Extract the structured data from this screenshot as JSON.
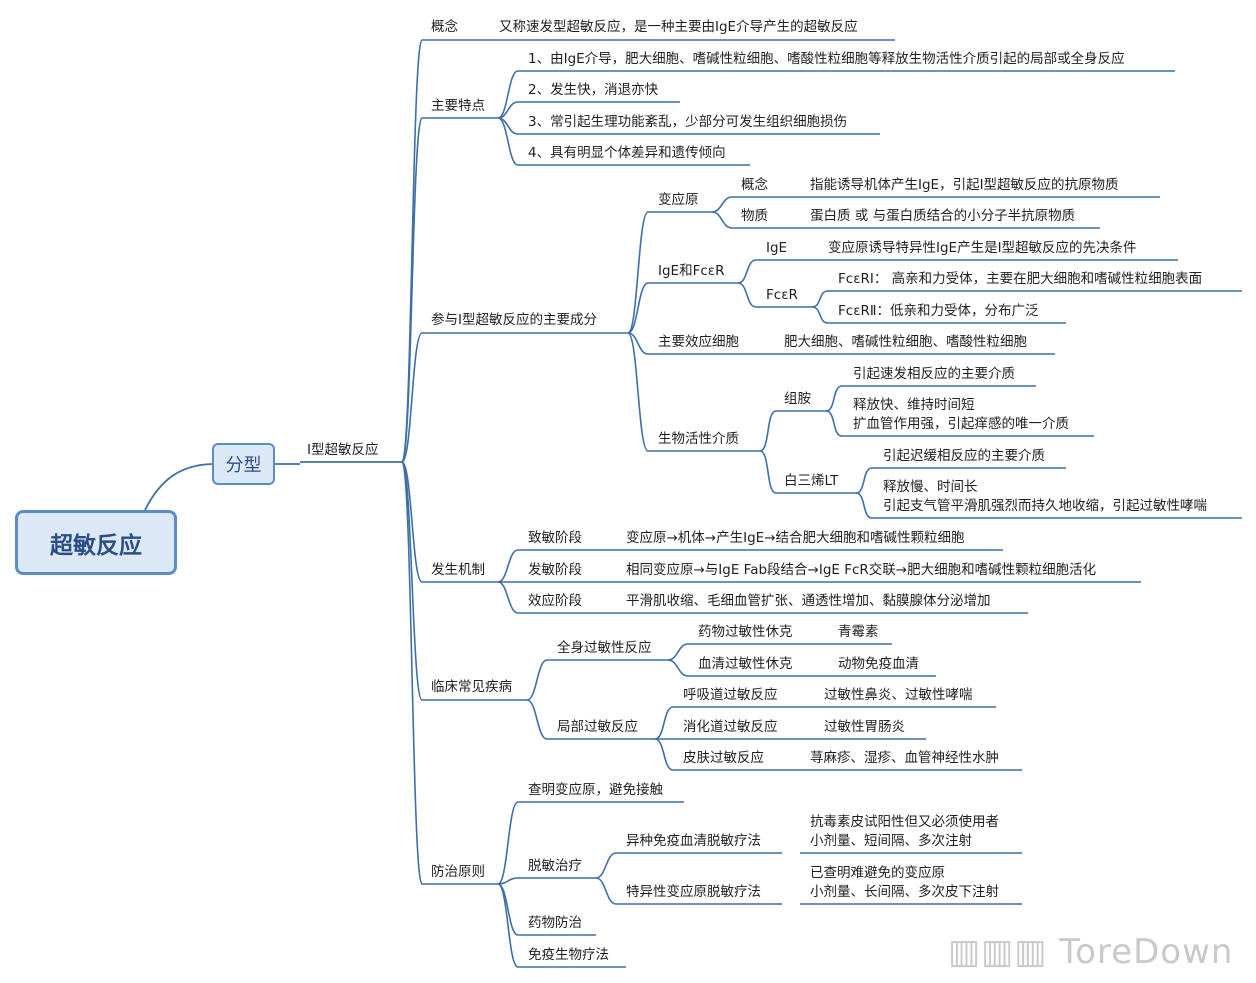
{
  "root": "超敏反应",
  "branch": "分型",
  "type": "Ⅰ型超敏反应",
  "concept": {
    "label": "概念",
    "text": "又称速发型超敏反应，是一种主要由IgE介导产生的超敏反应"
  },
  "features": {
    "label": "主要特点",
    "items": [
      "1、由IgE介导，肥大细胞、嗜碱性粒细胞、嗜酸性粒细胞等释放生物活性介质引起的局部或全身反应",
      "2、发生快，消退亦快",
      "3、常引起生理功能紊乱，少部分可发生组织细胞损伤",
      "4、具有明显个体差异和遗传倾向"
    ]
  },
  "components": {
    "label": "参与Ⅰ型超敏反应的主要成分",
    "allergen": {
      "label": "变应原",
      "concept_label": "概念",
      "concept_text": "指能诱导机体产生IgE，引起Ⅰ型超敏反应的抗原物质",
      "substance_label": "物质",
      "substance_text": "蛋白质 或 与蛋白质结合的小分子半抗原物质"
    },
    "ige": {
      "label": "IgE和FcεR",
      "ige_label": "IgE",
      "ige_text": "变应原诱导特异性IgE产生是Ⅰ型超敏反应的先决条件",
      "fcer_label": "FcεR",
      "fcer1": "FcεRⅠ：  高亲和力受体，主要在肥大细胞和嗜碱性粒细胞表面",
      "fcer2": "FcεRⅡ：低亲和力受体，分布广泛"
    },
    "effector": {
      "label": "主要效应细胞",
      "text": "肥大细胞、嗜碱性粒细胞、嗜酸性粒细胞"
    },
    "mediators": {
      "label": "生物活性介质",
      "histamine": {
        "label": "组胺",
        "main": "引起速发相反应的主要介质",
        "line1": "释放快、维持时间短",
        "line2": "扩血管作用强，引起痒感的唯一介质"
      },
      "lt": {
        "label": "白三烯LT",
        "main": "引起迟缓相反应的主要介质",
        "line1": "释放慢、时间长",
        "line2": "引起支气管平滑肌强烈而持久地收缩，引起过敏性哮喘"
      }
    }
  },
  "mechanism": {
    "label": "发生机制",
    "stages": [
      {
        "label": "致敏阶段",
        "text": "变应原→机体→产生IgE→结合肥大细胞和嗜碱性颗粒细胞"
      },
      {
        "label": "发敏阶段",
        "text": "相同变应原→与IgE Fab段结合→IgE FcR交联→肥大细胞和嗜碱性颗粒细胞活化"
      },
      {
        "label": "效应阶段",
        "text": "平滑肌收缩、毛细血管扩张、通透性增加、黏膜腺体分泌增加"
      }
    ]
  },
  "clinical": {
    "label": "临床常见疾病",
    "systemic": {
      "label": "全身过敏性反应",
      "items": [
        {
          "label": "药物过敏性休克",
          "text": "青霉素"
        },
        {
          "label": "血清过敏性休克",
          "text": "动物免疫血清"
        }
      ]
    },
    "local": {
      "label": "局部过敏反应",
      "items": [
        {
          "label": "呼吸道过敏反应",
          "text": "过敏性鼻炎、过敏性哮喘"
        },
        {
          "label": "消化道过敏反应",
          "text": "过敏性胃肠炎"
        },
        {
          "label": "皮肤过敏反应",
          "text": "荨麻疹、湿疹、血管神经性水肿"
        }
      ]
    }
  },
  "prevention": {
    "label": "防治原则",
    "avoid": "查明变应原，避免接触",
    "desens": {
      "label": "脱敏治疗",
      "heter": {
        "label": "异种免疫血清脱敏疗法",
        "line1": "抗毒素皮试阳性但又必须使用者",
        "line2": "小剂量、短间隔、多次注射"
      },
      "specific": {
        "label": "特异性变应原脱敏疗法",
        "line1": "已查明难避免的变应原",
        "line2": "小剂量、长间隔、多次皮下注射"
      }
    },
    "drug": "药物防治",
    "bio": "免疫生物疗法"
  },
  "watermark": "ToreDown",
  "colors": {
    "line": "#3e6fa8",
    "box_fill": "#dce8f6",
    "box_border": "#5b8cc8"
  }
}
